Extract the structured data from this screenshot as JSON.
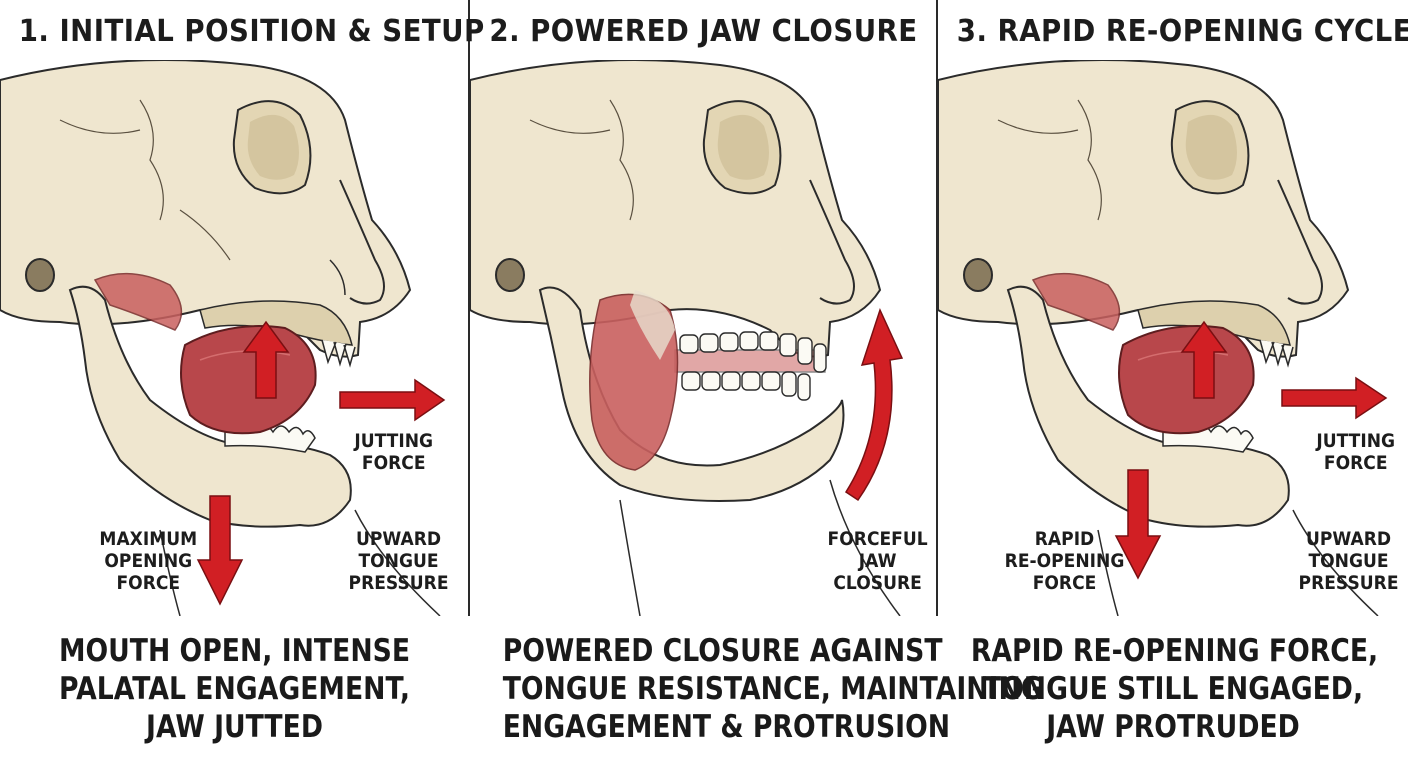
{
  "panels": [
    {
      "title": "1. INITIAL POSITION & SETUP",
      "labels": {
        "jutting": [
          "JUTTING",
          "FORCE"
        ],
        "opening": [
          "MAXIMUM",
          "OPENING",
          "FORCE"
        ],
        "tongue": [
          "UPWARD",
          "TONGUE",
          "PRESSURE"
        ]
      },
      "caption": [
        "MOUTH OPEN, INTENSE",
        "PALATAL ENGAGEMENT,",
        "JAW JUTTED"
      ]
    },
    {
      "title": "2. POWERED JAW CLOSURE",
      "labels": {
        "closure": [
          "FORCEFUL",
          "JAW",
          "CLOSURE"
        ]
      },
      "caption": [
        "POWERED CLOSURE AGAINST",
        "TONGUE RESISTANCE, MAINTAINING",
        "ENGAGEMENT & PROTRUSION"
      ]
    },
    {
      "title": "3. RAPID RE-OPENING CYCLE",
      "labels": {
        "jutting": [
          "JUTTING",
          "FORCE"
        ],
        "opening": [
          "RAPID",
          "RE-OPENING",
          "FORCE"
        ],
        "tongue": [
          "UPWARD",
          "TONGUE",
          "PRESSURE"
        ]
      },
      "caption": [
        "RAPID RE-OPENING FORCE,",
        "TONGUE STILL ENGAGED,",
        "JAW PROTRUDED"
      ]
    }
  ],
  "colors": {
    "bone": "#efe6cf",
    "bone_shade": "#d9cba8",
    "outline": "#2b2b2b",
    "muscle": "#c9605f",
    "tongue": "#b8474b",
    "arrow_red": "#d11f24",
    "teeth": "#fbfaf4"
  },
  "icons": [
    "skull-illustration",
    "red-arrow-right",
    "red-arrow-up",
    "red-arrow-down",
    "curved-red-arrow"
  ]
}
